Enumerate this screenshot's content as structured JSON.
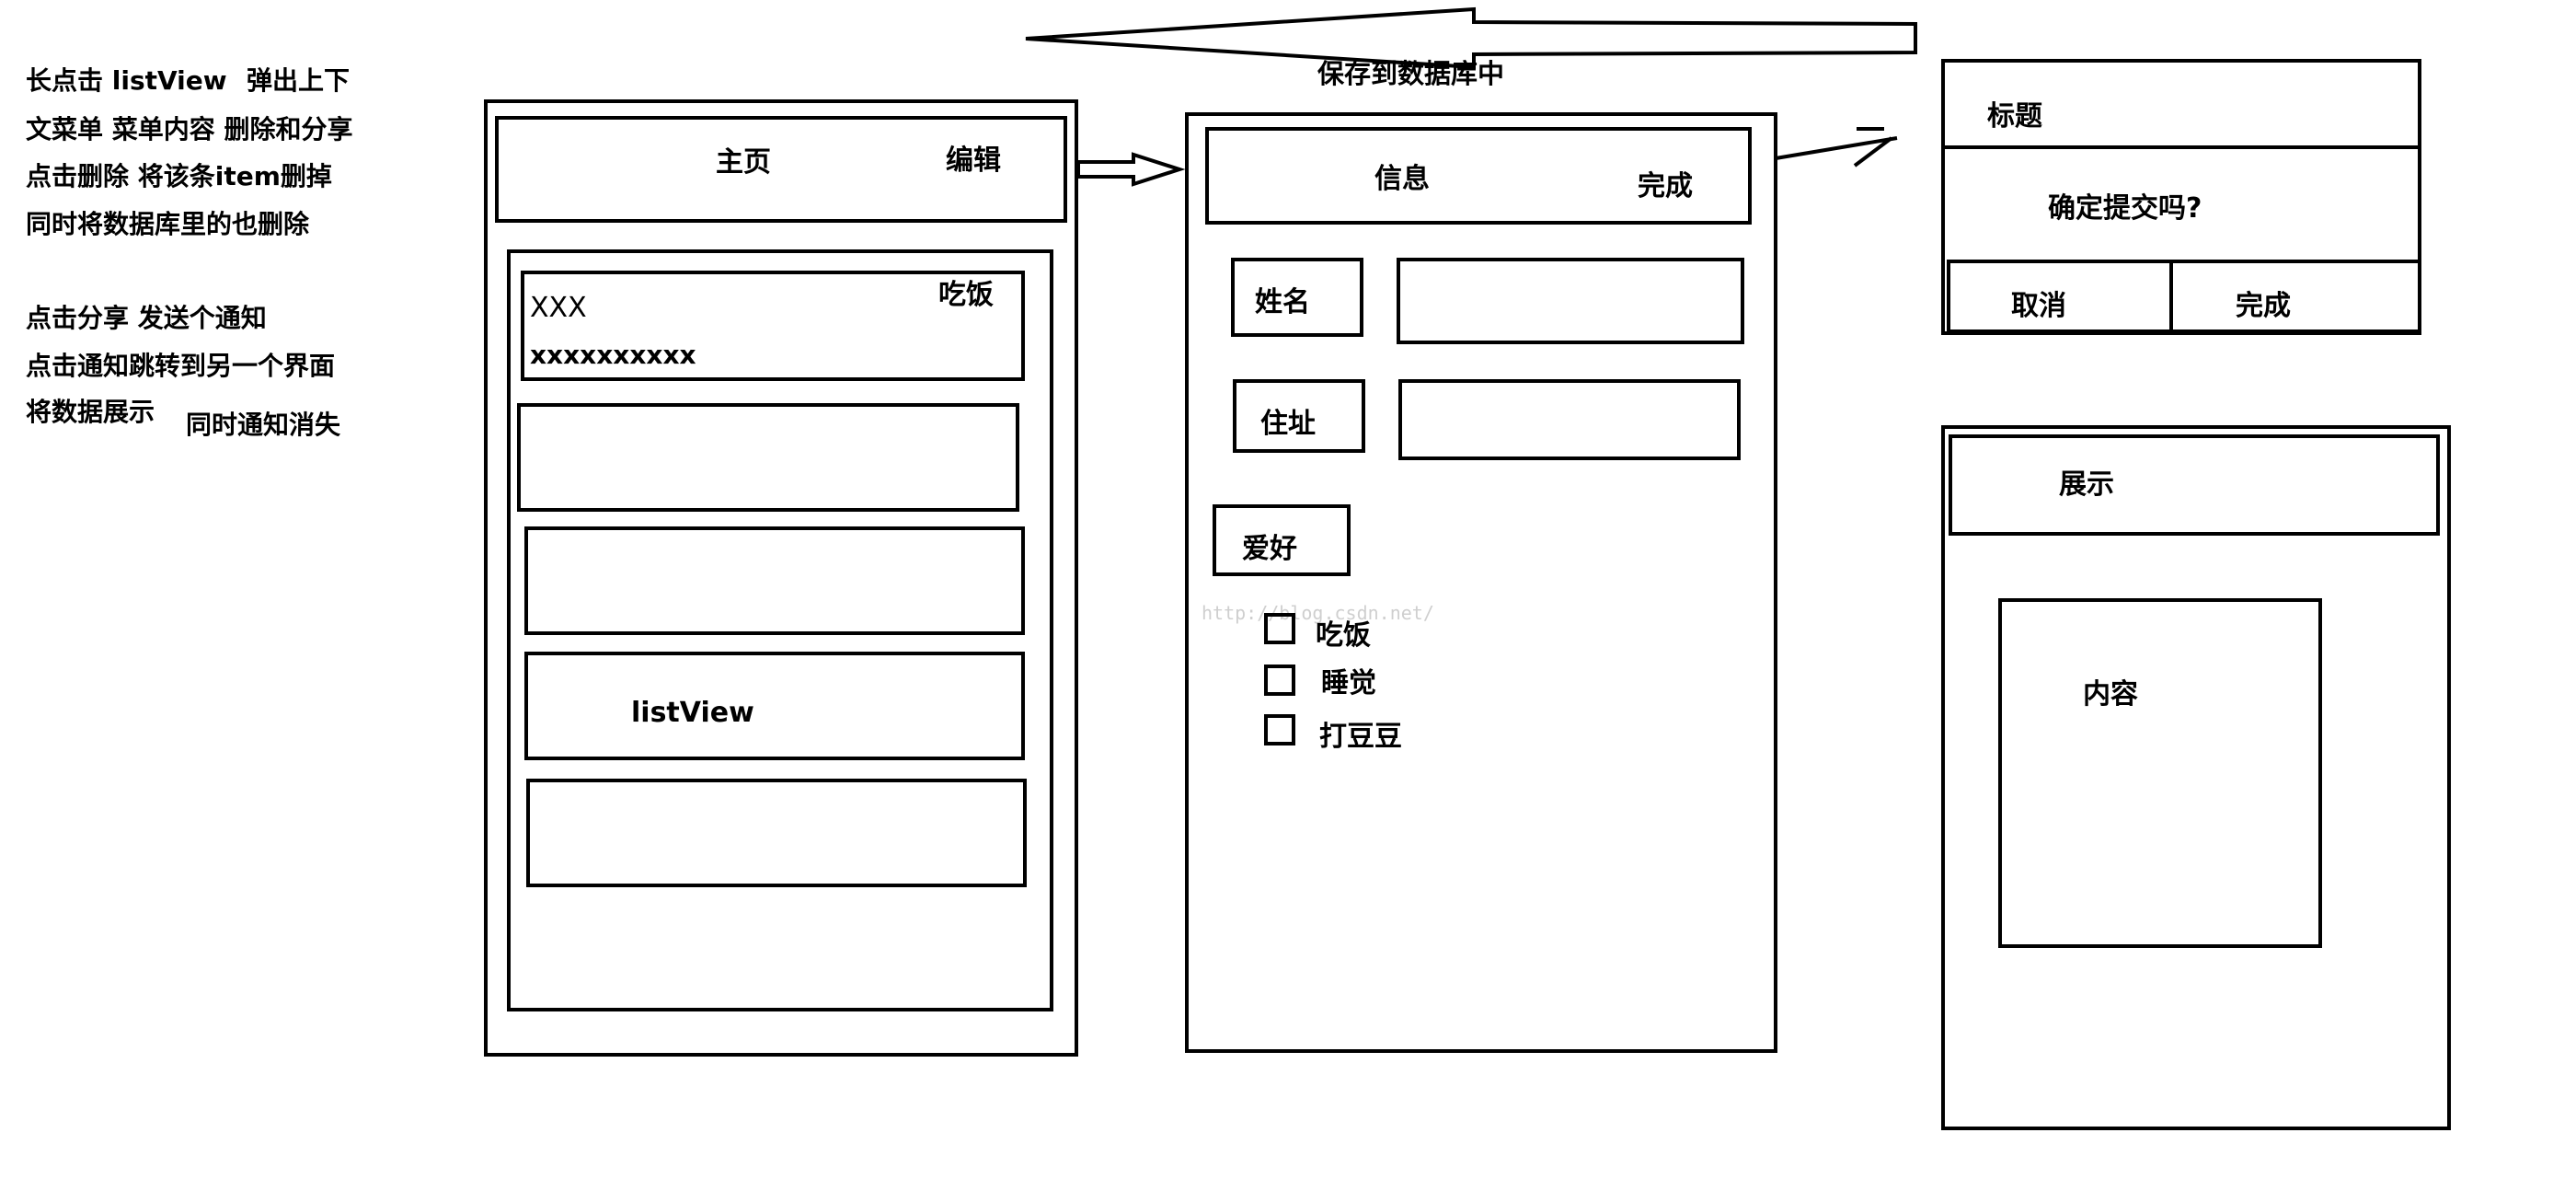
{
  "notes": {
    "line1": "长点击 listView",
    "line1b": "弹出上下",
    "line2": "文菜单 菜单内容 删除和分享",
    "line3": "点击删除  将该条item删掉",
    "line4": "同时将数据库里的也删除",
    "line5": "点击分享  发送个通知",
    "line6": "点击通知跳转到另一个界面",
    "line7": "将数据展示",
    "line7b": "同时通知消失"
  },
  "arrow_label": "保存到数据库中",
  "screen_main": {
    "title": "主页",
    "edit": "编辑",
    "item_name": "XXX",
    "item_hobby": "吃饭",
    "item_detail": "xxxxxxxxxx",
    "list_label": "listView"
  },
  "screen_info": {
    "title": "信息",
    "done": "完成",
    "name_label": "姓名",
    "address_label": "住址",
    "hobby_label": "爱好",
    "hobbies": [
      "吃饭",
      "睡觉",
      "打豆豆"
    ]
  },
  "dialog": {
    "title": "标题",
    "message": "确定提交吗?",
    "cancel": "取消",
    "confirm": "完成"
  },
  "screen_display": {
    "title": "展示",
    "content": "内容"
  },
  "watermark": "http://blog.csdn.net/"
}
